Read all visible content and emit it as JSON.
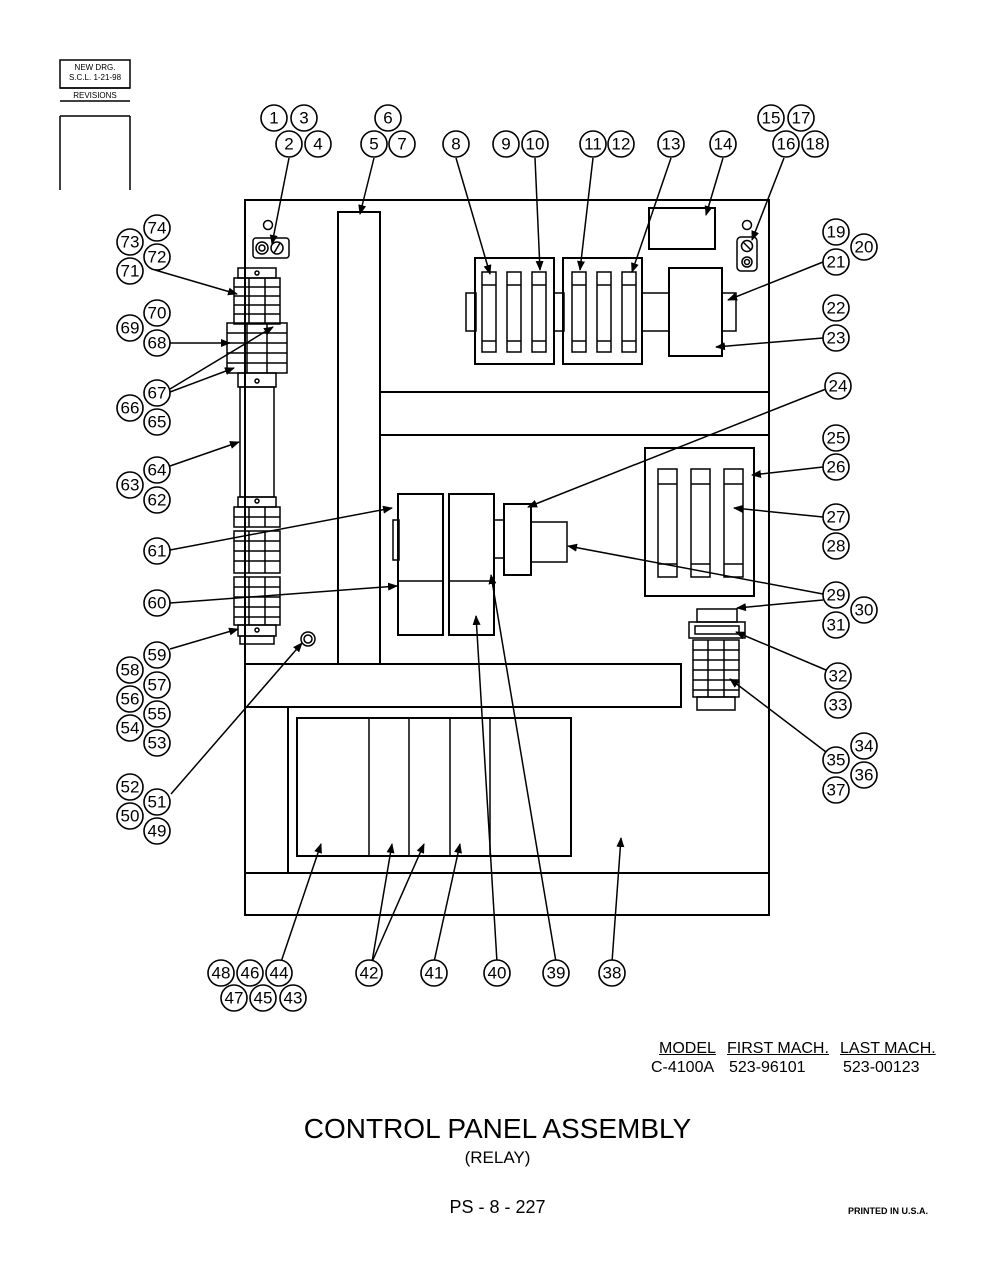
{
  "revision_block": {
    "line1": "NEW DRG.",
    "line2": "S.C.L. 1-21-98",
    "label": "REVISIONS"
  },
  "model_table": {
    "headers": [
      "MODEL",
      "FIRST MACH.",
      "LAST MACH."
    ],
    "rows": [
      [
        "C-4100A",
        "523-96101",
        "523-00123"
      ]
    ]
  },
  "title": "CONTROL PANEL ASSEMBLY",
  "subtitle": "(RELAY)",
  "page_number": "PS - 8 - 227",
  "printed_note": "PRINTED IN U.S.A.",
  "callouts": [
    "1",
    "2",
    "3",
    "4",
    "5",
    "6",
    "7",
    "8",
    "9",
    "10",
    "11",
    "12",
    "13",
    "14",
    "15",
    "16",
    "17",
    "18",
    "19",
    "20",
    "21",
    "22",
    "23",
    "24",
    "25",
    "26",
    "27",
    "28",
    "29",
    "30",
    "31",
    "32",
    "33",
    "34",
    "35",
    "36",
    "37",
    "38",
    "39",
    "40",
    "41",
    "42",
    "43",
    "44",
    "45",
    "46",
    "47",
    "48",
    "49",
    "50",
    "51",
    "52",
    "53",
    "54",
    "55",
    "56",
    "57",
    "58",
    "59",
    "60",
    "61",
    "62",
    "63",
    "64",
    "65",
    "66",
    "67",
    "68",
    "69",
    "70",
    "71",
    "72",
    "73",
    "74"
  ]
}
